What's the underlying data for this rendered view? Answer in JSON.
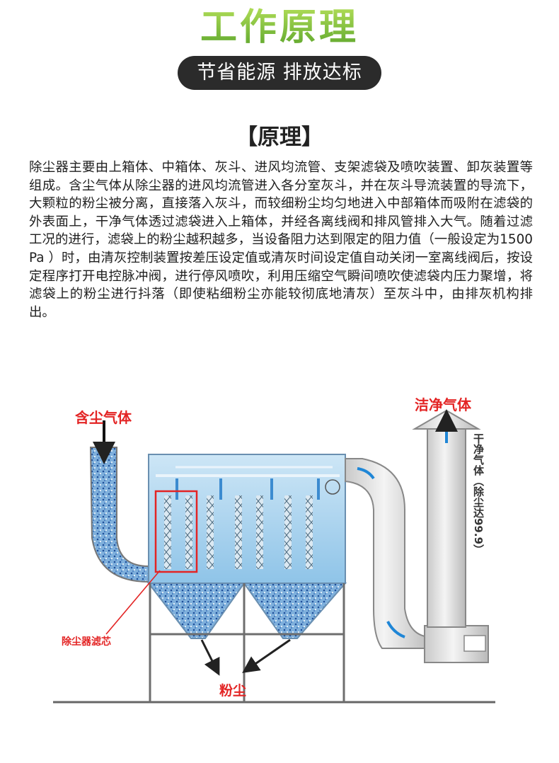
{
  "header": {
    "title": "工作原理",
    "subtitle": "节省能源 排放达标"
  },
  "section": {
    "heading": "【原理】",
    "body": "除尘器主要由上箱体、中箱体、灰斗、进风均流管、支架滤袋及喷吹装置、卸灰装置等组成。含尘气体从除尘器的进风均流管进入各分室灰斗，并在灰斗导流装置的导流下，大颗粒的粉尘被分离，直接落入灰斗，而较细粉尘均匀地进入中部箱体而吸附在滤袋的外表面上，干净气体透过滤袋进入上箱体，并经各离线阀和排风管排入大气。随着过滤工况的进行，滤袋上的粉尘越积越多，当设备阻力达到限定的阻力值（一般设定为1500Pa ）时，由清灰控制装置按差压设定值或清灰时间设定值自动关闭一室离线阀后，按设定程序打开电控脉冲阀，进行停风喷吹，利用压缩空气瞬间喷吹使滤袋内压力聚增，将滤袋上的粉尘进行抖落（即使粘细粉尘亦能较彻底地清灰）至灰斗中，由排灰机构排出。"
  },
  "diagram": {
    "label_dusty_gas": "含尘气体",
    "label_clean_gas": "洁净气体",
    "label_clean_gas_vertical": "干净气体（除尘达99.9）",
    "label_filter": "除尘器滤芯",
    "label_dust": "粉尘"
  },
  "colors": {
    "title_green": "#6bb52e",
    "pill_bg": "#2b2b2b",
    "label_red": "#e32424",
    "box_blue": "#9fd0ee",
    "arrow_blue": "#1f86d6"
  }
}
